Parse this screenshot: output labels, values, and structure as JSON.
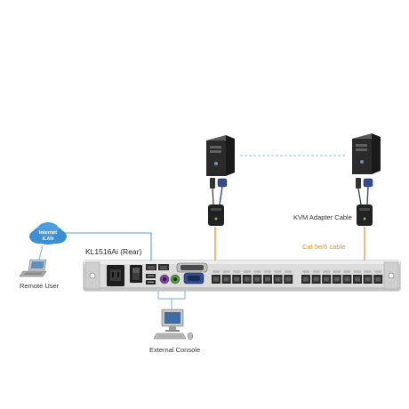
{
  "labels": {
    "device_title": "KL1516Ai (Rear)",
    "remote_user": "Remote User",
    "internet_lan": [
      "Internet",
      "/LAN"
    ],
    "external_console": "External Console",
    "kvm_adapter_cable": "KVM Adapter Cable",
    "cat_cable": "Cat 5e/6 cable"
  },
  "colors": {
    "cloud": "#3d8fd4",
    "cable_blue": "#8fbde6",
    "cable_orange": "#e8901a",
    "chassis": "#dcdcdc",
    "adapter": "#222222",
    "label_orange": "#e8901a"
  },
  "icons": [
    "cloud-icon",
    "laptop-icon",
    "monitor-icon",
    "server-tower-icon",
    "vga-plug-icon",
    "kvm-adapter-icon",
    "rj45-port-icon",
    "power-switch-icon",
    "power-socket-icon"
  ]
}
